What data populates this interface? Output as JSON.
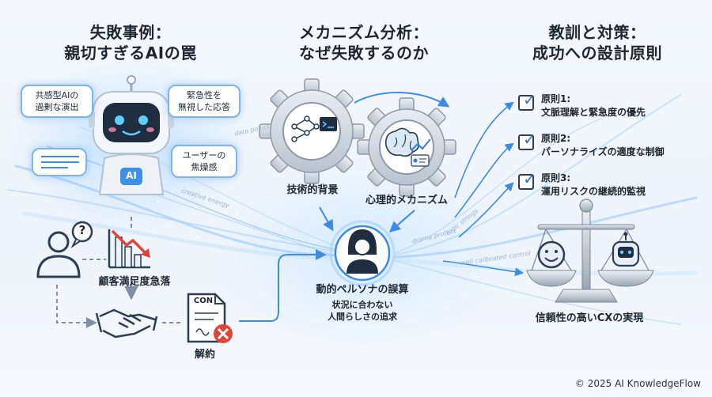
{
  "titles": {
    "left": [
      "失敗事例：",
      "親切すぎるAIの罠"
    ],
    "middle": [
      "メカニズム分析：",
      "なぜ失敗するのか"
    ],
    "right": [
      "教訓と対策：",
      "成功への設計原則"
    ]
  },
  "left": {
    "bubble_empathy": [
      "共感型AIの",
      "過剰な演出"
    ],
    "bubble_urgency": [
      "緊急性を",
      "無視した応答"
    ],
    "bubble_frustration": [
      "ユーザーの",
      "焦燥感"
    ],
    "robot_badge": "AI",
    "question_mark": "?",
    "satisfaction_label": "顧客満足度急落",
    "contract_doc_text": "CON",
    "cancel_label": "解約"
  },
  "middle": {
    "technical_label": "技術的背景",
    "psych_label": "心理的メカニズム",
    "persona_title": "動的ペルソナの誤算",
    "persona_sub": [
      "状況に合わない",
      "人間らしさの追求"
    ]
  },
  "right": {
    "principles": [
      {
        "title": "原則1:",
        "text": "文脈理解と緊急度の優先"
      },
      {
        "title": "原則2:",
        "text": "パーソナライズの適度な制御"
      },
      {
        "title": "原則3:",
        "text": "運用リスクの継続的監視"
      }
    ],
    "outcome_label": "信頼性の高いCXの実現"
  },
  "flow_texts": [
    "data points",
    "creative energy",
    "drama protect",
    "logic strings",
    "well calibrated control"
  ],
  "footer": "© 2025 AI KnowledgeFlow",
  "colors": {
    "accent": "#2f7fe0",
    "glow": "#7fb4ee",
    "alert": "#e0453a",
    "dark": "#2c3e55"
  }
}
